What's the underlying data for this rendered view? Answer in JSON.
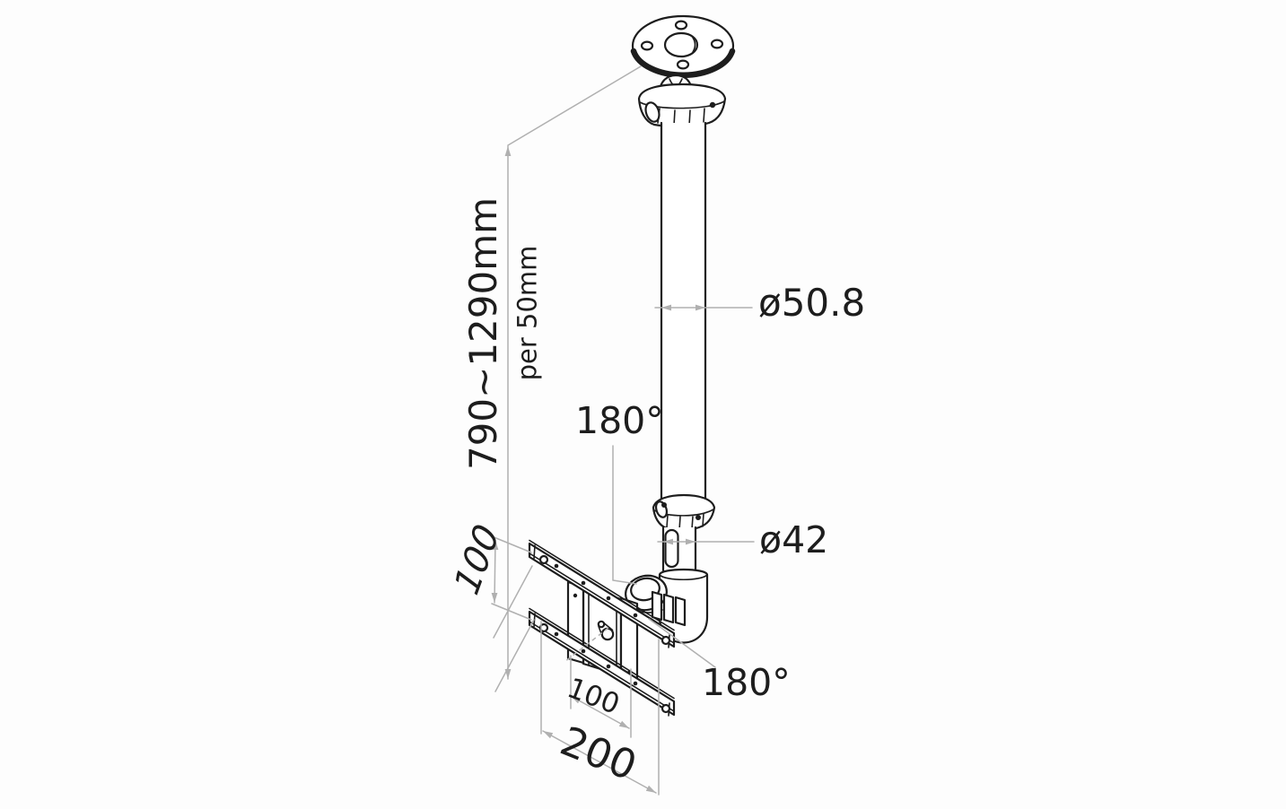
{
  "diagram": {
    "labels": {
      "height_range": "790~1290mm",
      "height_step": "per 50mm",
      "pole_outer_diameter": "ø50.8",
      "pole_inner_diameter": "ø42",
      "swivel_top_angle": "180°",
      "swivel_bottom_angle": "180°",
      "vesa_vertical": "100",
      "vesa_horizontal": "100",
      "bracket_width": "200"
    },
    "colors": {
      "line": "#1d1d1d",
      "dimension": "#b0b0b0",
      "background": "#fdfdfd"
    }
  }
}
